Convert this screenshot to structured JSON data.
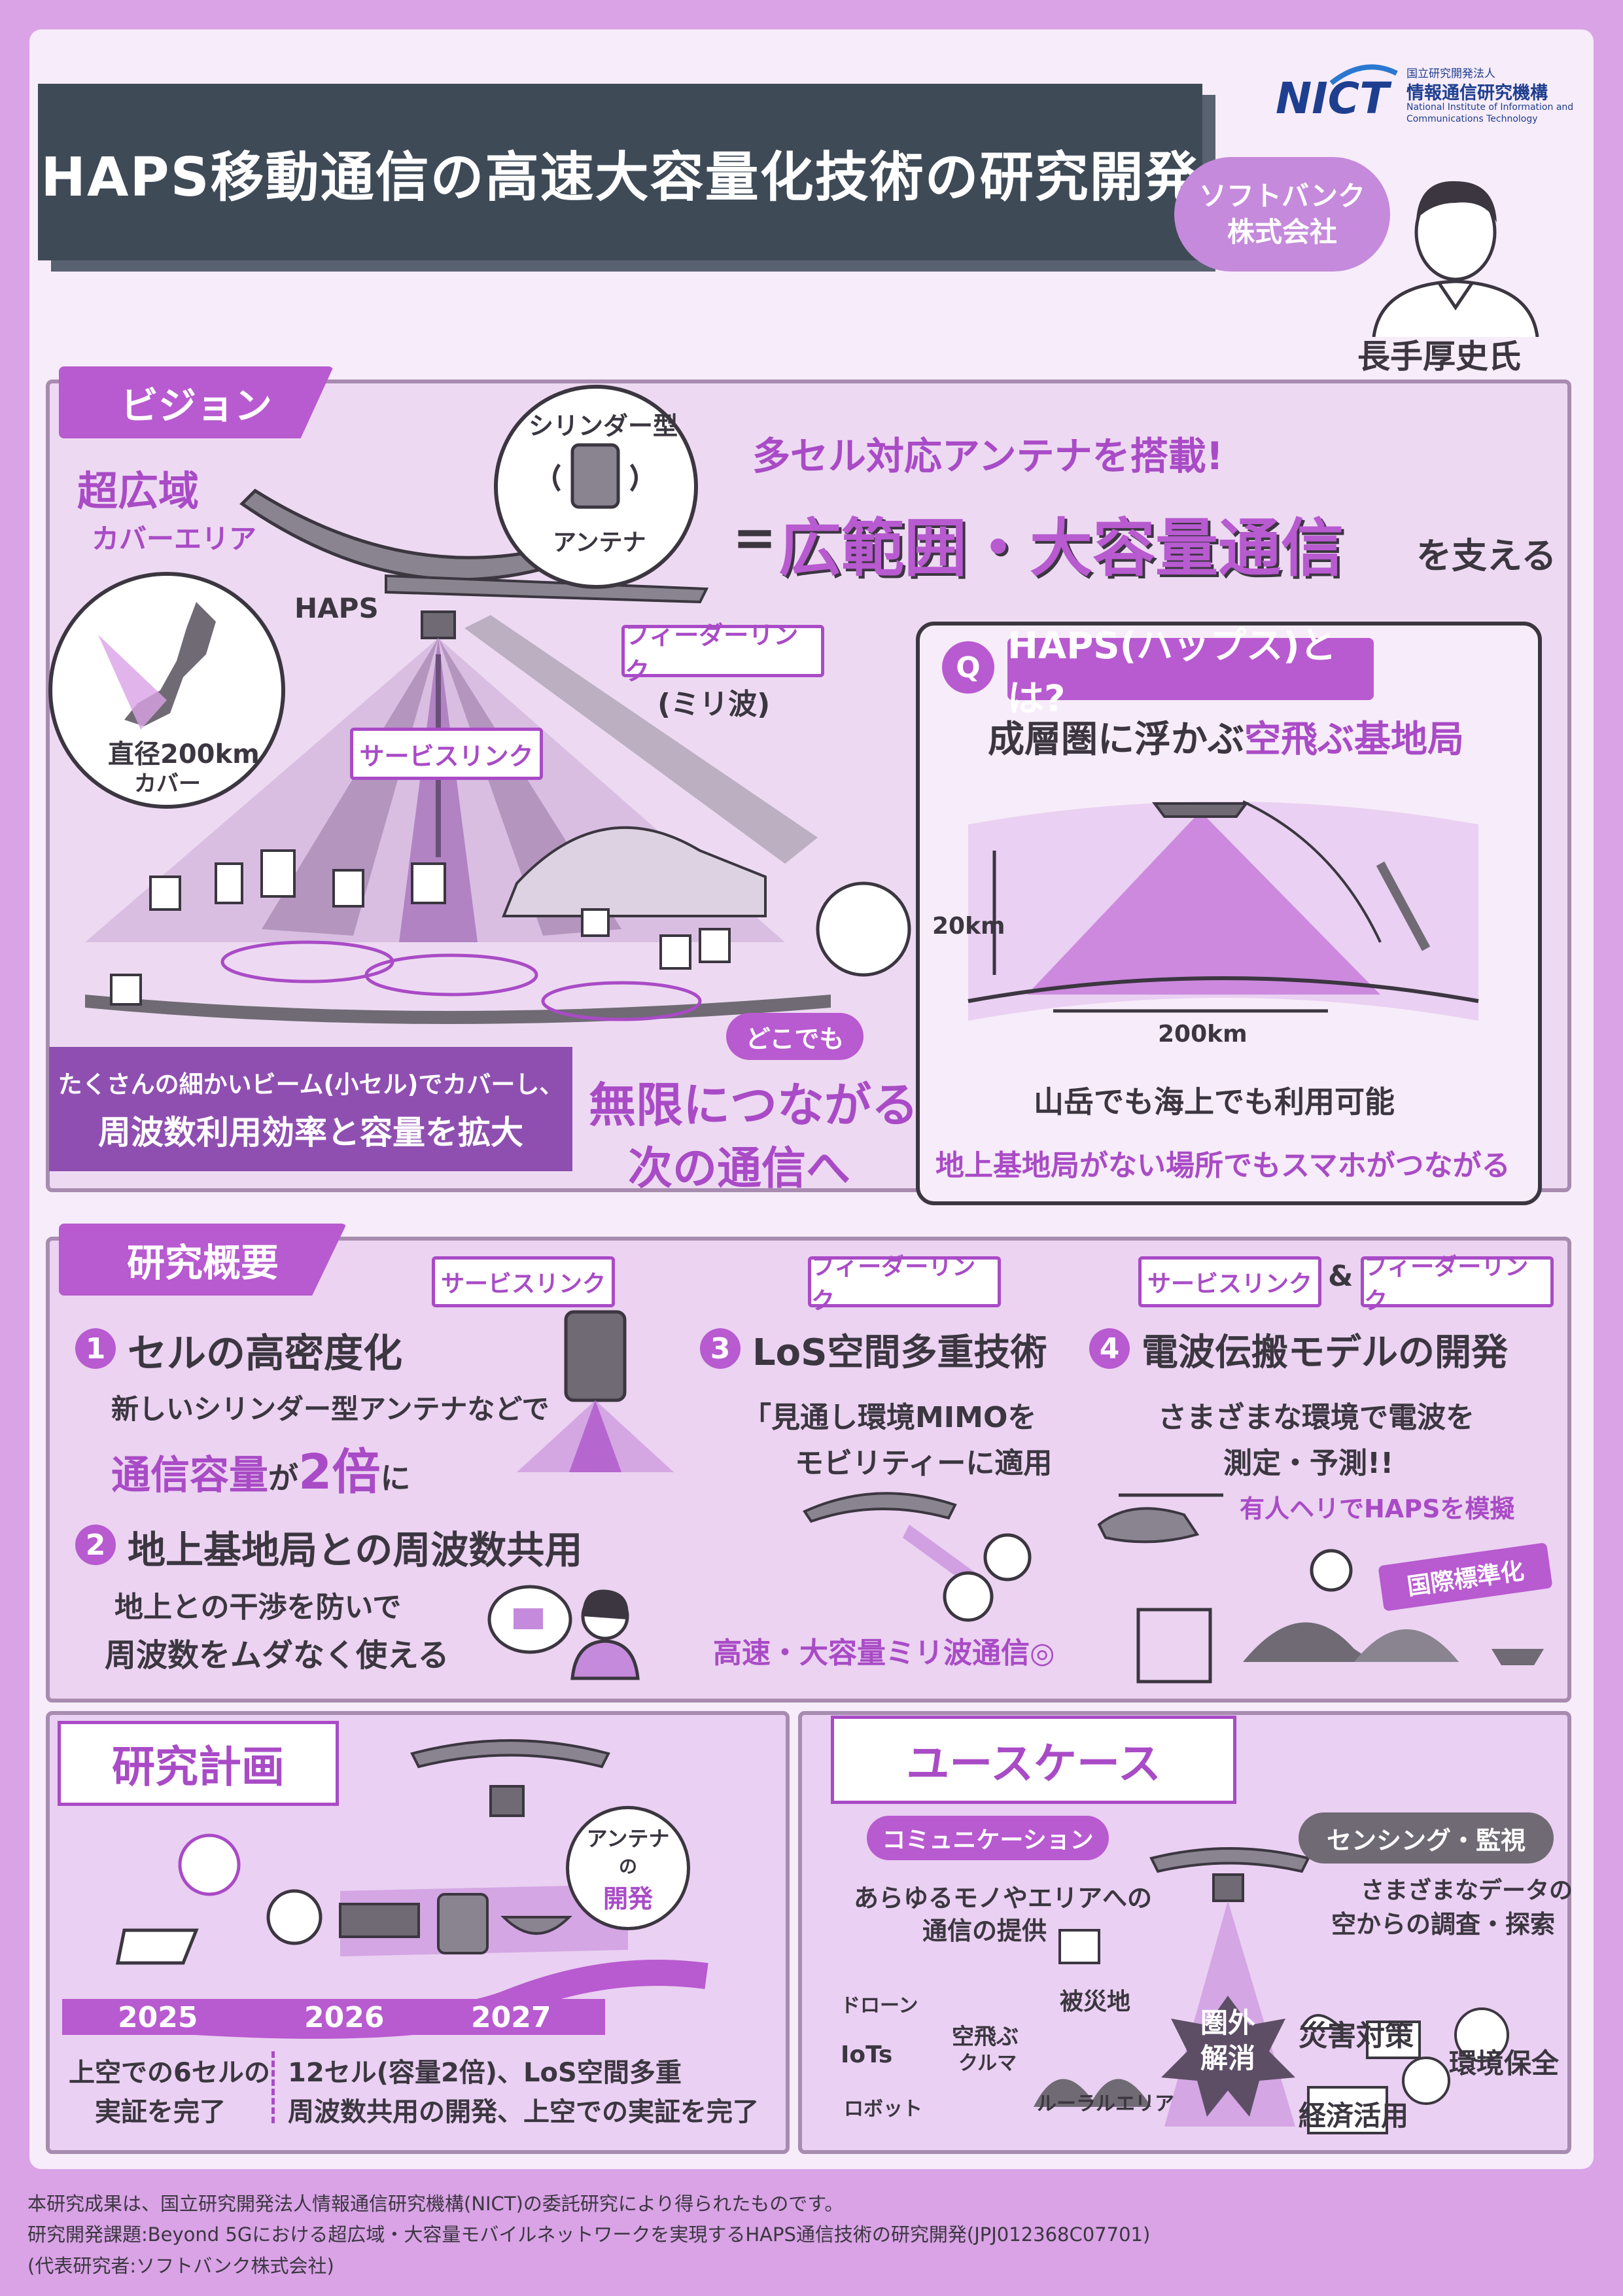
{
  "header": {
    "title": "HAPS移動通信の高速大容量化技術の研究開発",
    "company": "ソフトバンク\n株式会社",
    "person_name": "長手厚史氏",
    "logo_text": "NICT",
    "logo_org_small": "国立研究開発法人",
    "logo_org_jp": "情報通信研究機構",
    "logo_org_en_1": "National Institute of Information and",
    "logo_org_en_2": "Communications Technology"
  },
  "vision": {
    "tag": "ビジョン",
    "coverage_title": "超広域",
    "coverage_sub": "カバーエリア",
    "coverage_diameter": "直径200km",
    "coverage_cover": "カバー",
    "haps_label": "HAPS",
    "antenna_type": "シリンダー型",
    "antenna_label": "アンテナ",
    "multi_cell": "多セル対応アンテナを搭載!",
    "equals": "=",
    "wide_capacity": "広範囲・大容量通信",
    "support": "を支える",
    "feeder_link": "フィーダーリンク",
    "feeder_wave": "(ミリ波)",
    "service_link": "サービスリンク",
    "beam_line1": "たくさんの細かいビーム(小セル)でカバーし、",
    "beam_line2": "周波数利用効率と容量を拡大",
    "anywhere": "どこでも",
    "infinite_1": "無限につながる",
    "infinite_2": "次の通信へ"
  },
  "qa": {
    "q": "Q",
    "title": "HAPS(ハップス)とは?",
    "subtitle_pre": "成層圏に浮かぶ",
    "subtitle_em": "空飛ぶ基地局",
    "altitude": "20km",
    "distance": "200km",
    "usage": "山岳でも海上でも利用可能",
    "smartphone": "地上基地局がない場所でもスマホがつながる"
  },
  "overview": {
    "tag": "研究概要",
    "link_service": "サービスリンク",
    "link_feeder": "フィーダーリンク",
    "amp": "&",
    "items": [
      {
        "num": "1",
        "title": "セルの高密度化",
        "line1": "新しいシリンダー型アンテナなどで",
        "line2_em": "通信容量",
        "line2_mid": "が",
        "line2_em2": "2倍",
        "line2_end": "に"
      },
      {
        "num": "2",
        "title": "地上基地局との周波数共用",
        "line1": "地上との干渉を防いで",
        "line2": "周波数をムダなく使える"
      },
      {
        "num": "3",
        "title": "LoS空間多重技術",
        "line1": "「見通し環境MIMOを",
        "line2": "モビリティーに適用",
        "note": "高速・大容量ミリ波通信◎"
      },
      {
        "num": "4",
        "title": "電波伝搬モデルの開発",
        "line1": "さまざまな環境で電波を",
        "line2": "測定・予測!!",
        "heli": "有人ヘリでHAPSを模擬",
        "standard": "国際標準化"
      }
    ]
  },
  "plan": {
    "title": "研究計画",
    "antenna_dev_1": "アンテナ",
    "antenna_dev_2": "の",
    "antenna_dev_3": "開発",
    "years": [
      "2025",
      "2026",
      "2027"
    ],
    "milestone1_1": "上空での6セルの",
    "milestone1_2": "実証を完了",
    "milestone2_1": "12セル(容量2倍)、LoS空間多重",
    "milestone2_2": "周波数共用の開発、上空での実証を完了"
  },
  "usecase": {
    "title": "ユースケース",
    "comm_tag": "コミュニケーション",
    "comm_desc_1": "あらゆるモノやエリアへの",
    "comm_desc_2": "通信の提供",
    "drone": "ドローン",
    "iots": "IoTs",
    "robot": "ロボット",
    "flying_car_1": "空飛ぶ",
    "flying_car_2": "クルマ",
    "disaster_area": "被災地",
    "rural": "ルーラルエリア",
    "out_of_range_1": "圏外",
    "out_of_range_2": "解消",
    "sensing_tag": "センシング・監視",
    "sensing_desc_1": "さまざまなデータの",
    "sensing_desc_2": "空からの調査・探索",
    "disaster_response": "災害対策",
    "environment": "環境保全",
    "economy": "経済活用"
  },
  "footer": {
    "line1": "本研究成果は、国立研究開発法人情報通信研究機構(NICT)の委託研究により得られたものです。",
    "line2": "研究開発課題:Beyond 5Gにおける超広域・大容量モバイルネットワークを実現するHAPS通信技術の研究開発(JPJ012368C07701)",
    "line3": "(代表研究者:ソフトバンク株式会社)"
  },
  "colors": {
    "accent": "#b85ad0",
    "dark_banner": "#3f4a57",
    "bg": "#d9a3e6",
    "panel": "#ebd3f1"
  }
}
